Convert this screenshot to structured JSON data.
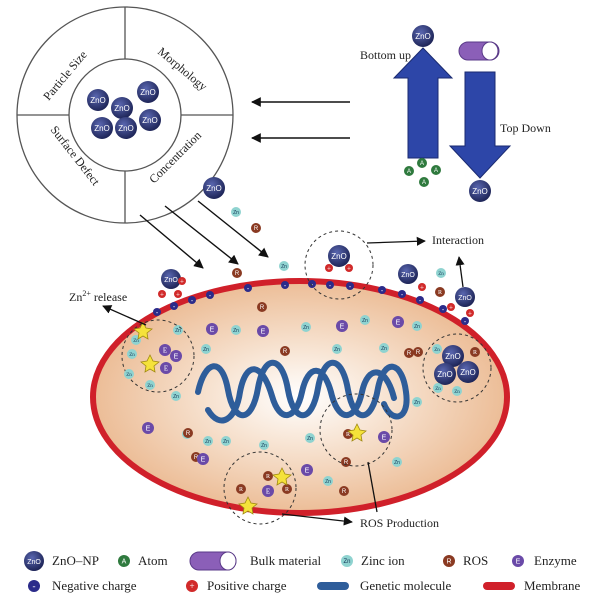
{
  "wheel": {
    "center_label": "",
    "segments": [
      "Particle Size",
      "Morphology",
      "Surface Defect",
      "Concentration"
    ]
  },
  "synthesis": {
    "bottom_up": "Bottom up",
    "top_down": "Top Down"
  },
  "callouts": {
    "interaction": "Interaction",
    "zn_release_prefix": "Zn",
    "zn_release_sup": "2+",
    "zn_release_suffix": " release",
    "ros_production": "ROS Production"
  },
  "badges": {
    "zno": "ZnO",
    "atom": "A",
    "zinc_ion": "Zn",
    "ros": "R",
    "enzyme": "E",
    "negative": "-",
    "positive": "+"
  },
  "legend": [
    {
      "symbol": "zno",
      "label": "ZnO–NP"
    },
    {
      "symbol": "atom",
      "label": "Atom"
    },
    {
      "symbol": "bulk",
      "label": "Bulk material"
    },
    {
      "symbol": "zinc-ion",
      "label": "Zinc ion"
    },
    {
      "symbol": "ros",
      "label": "ROS"
    },
    {
      "symbol": "enzyme",
      "label": "Enzyme"
    },
    {
      "symbol": "negative",
      "label": "Negative charge"
    },
    {
      "symbol": "positive",
      "label": "Positive charge"
    },
    {
      "symbol": "dna",
      "label": "Genetic molecule"
    },
    {
      "symbol": "membrane",
      "label": "Membrane"
    }
  ],
  "colors": {
    "zno_particle": "#2a3470",
    "atom": "#2f7a3e",
    "bulk": "#8b5fb8",
    "zinc_ion": "#8fd3d0",
    "ros": "#8a3a22",
    "enzyme": "#6a4aa8",
    "negative": "#2b2b8a",
    "positive": "#d12a2a",
    "dna": "#2e5d9a",
    "membrane": "#d0202a",
    "cell_fill": "#f0c8a0",
    "arrow_blue": "#2d46a8"
  }
}
